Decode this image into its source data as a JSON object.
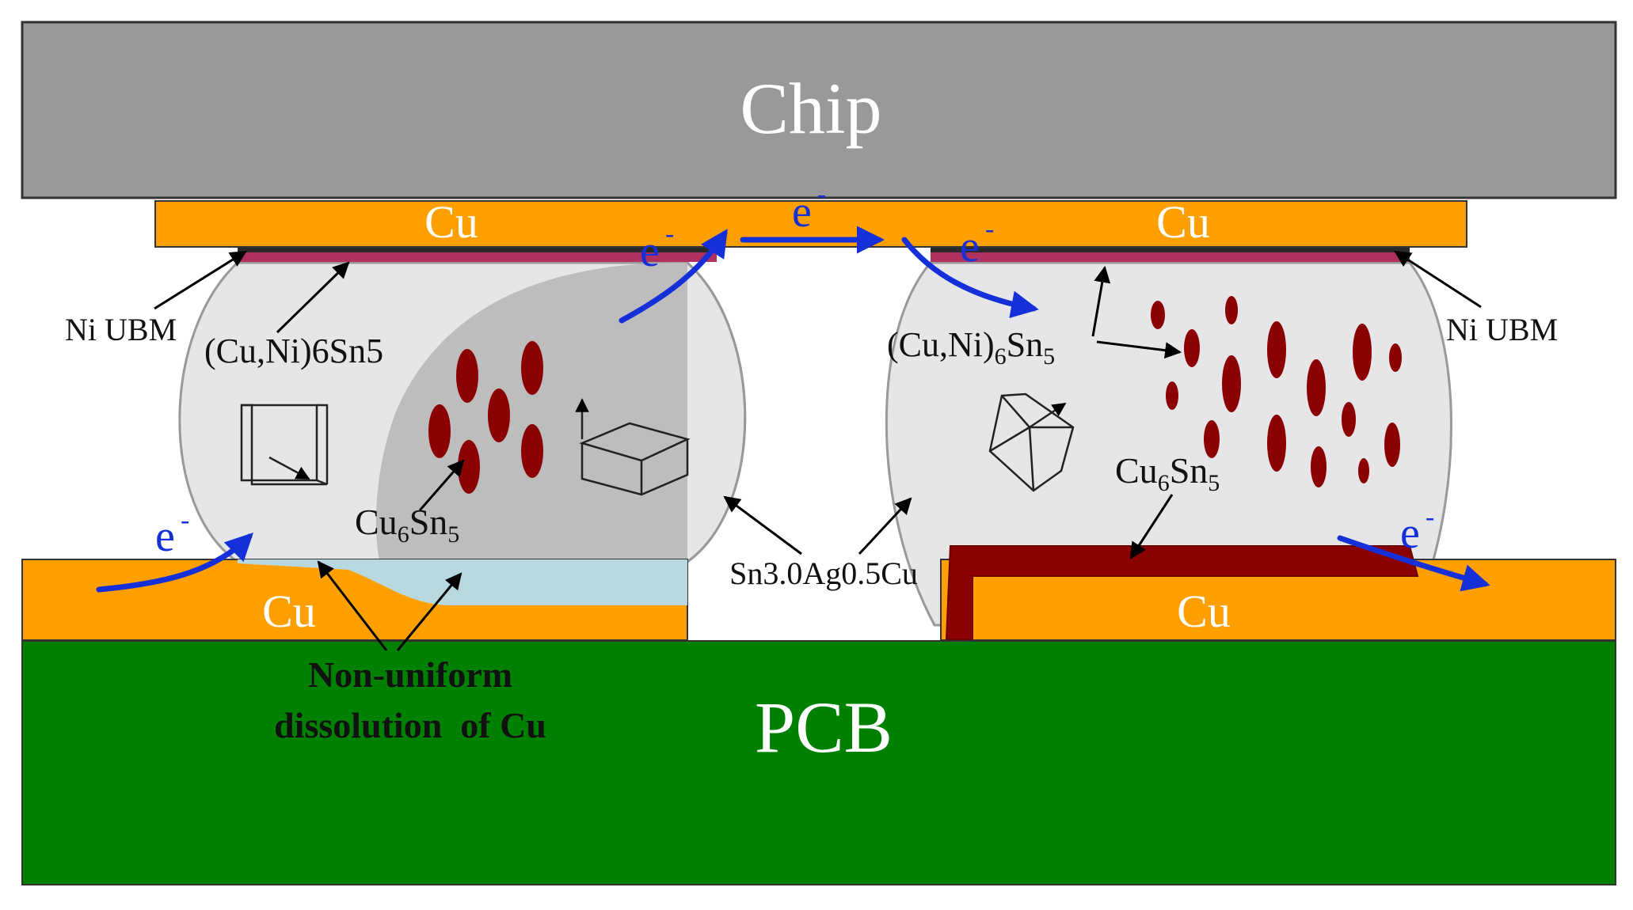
{
  "labels": {
    "chip": "Chip",
    "pcb": "PCB",
    "cu_top_left": "Cu",
    "cu_top_right": "Cu",
    "cu_bottom_left": "Cu",
    "cu_bottom_right": "Cu",
    "ni_ubm_left": "Ni UBM",
    "ni_ubm_right": "Ni UBM",
    "cuni_left": "(Cu,Ni)6Sn5",
    "cuni_right_main": "(Cu,Ni)",
    "cuni_right_sub1": "6",
    "cuni_right_sn": "Sn",
    "cuni_right_sub2": "5",
    "cu6sn5_left_main": "Cu",
    "cu6sn5_left_sub1": "6",
    "cu6sn5_left_sn": "Sn",
    "cu6sn5_left_sub2": "5",
    "cu6sn5_right_main": "Cu",
    "cu6sn5_right_sub1": "6",
    "cu6sn5_right_sn": "Sn",
    "cu6sn5_right_sub2": "5",
    "solder": "Sn3.0Ag0.5Cu",
    "nonuniform_line1": "Non-uniform",
    "nonuniform_line2": "dissolution  of Cu",
    "electron": "e",
    "electron_sup": "-"
  },
  "colors": {
    "chip": "#999999",
    "copper": "#ffa000",
    "pcb": "#008000",
    "solder": "#e6e6e8",
    "solder_shadow": "#bdbdbd",
    "imc_grain": "#8b0000",
    "imc_layer": "#b03060",
    "dissolution": "#b8d8e0",
    "electron_arrow": "#1530d8",
    "label_arrow": "#000000"
  }
}
